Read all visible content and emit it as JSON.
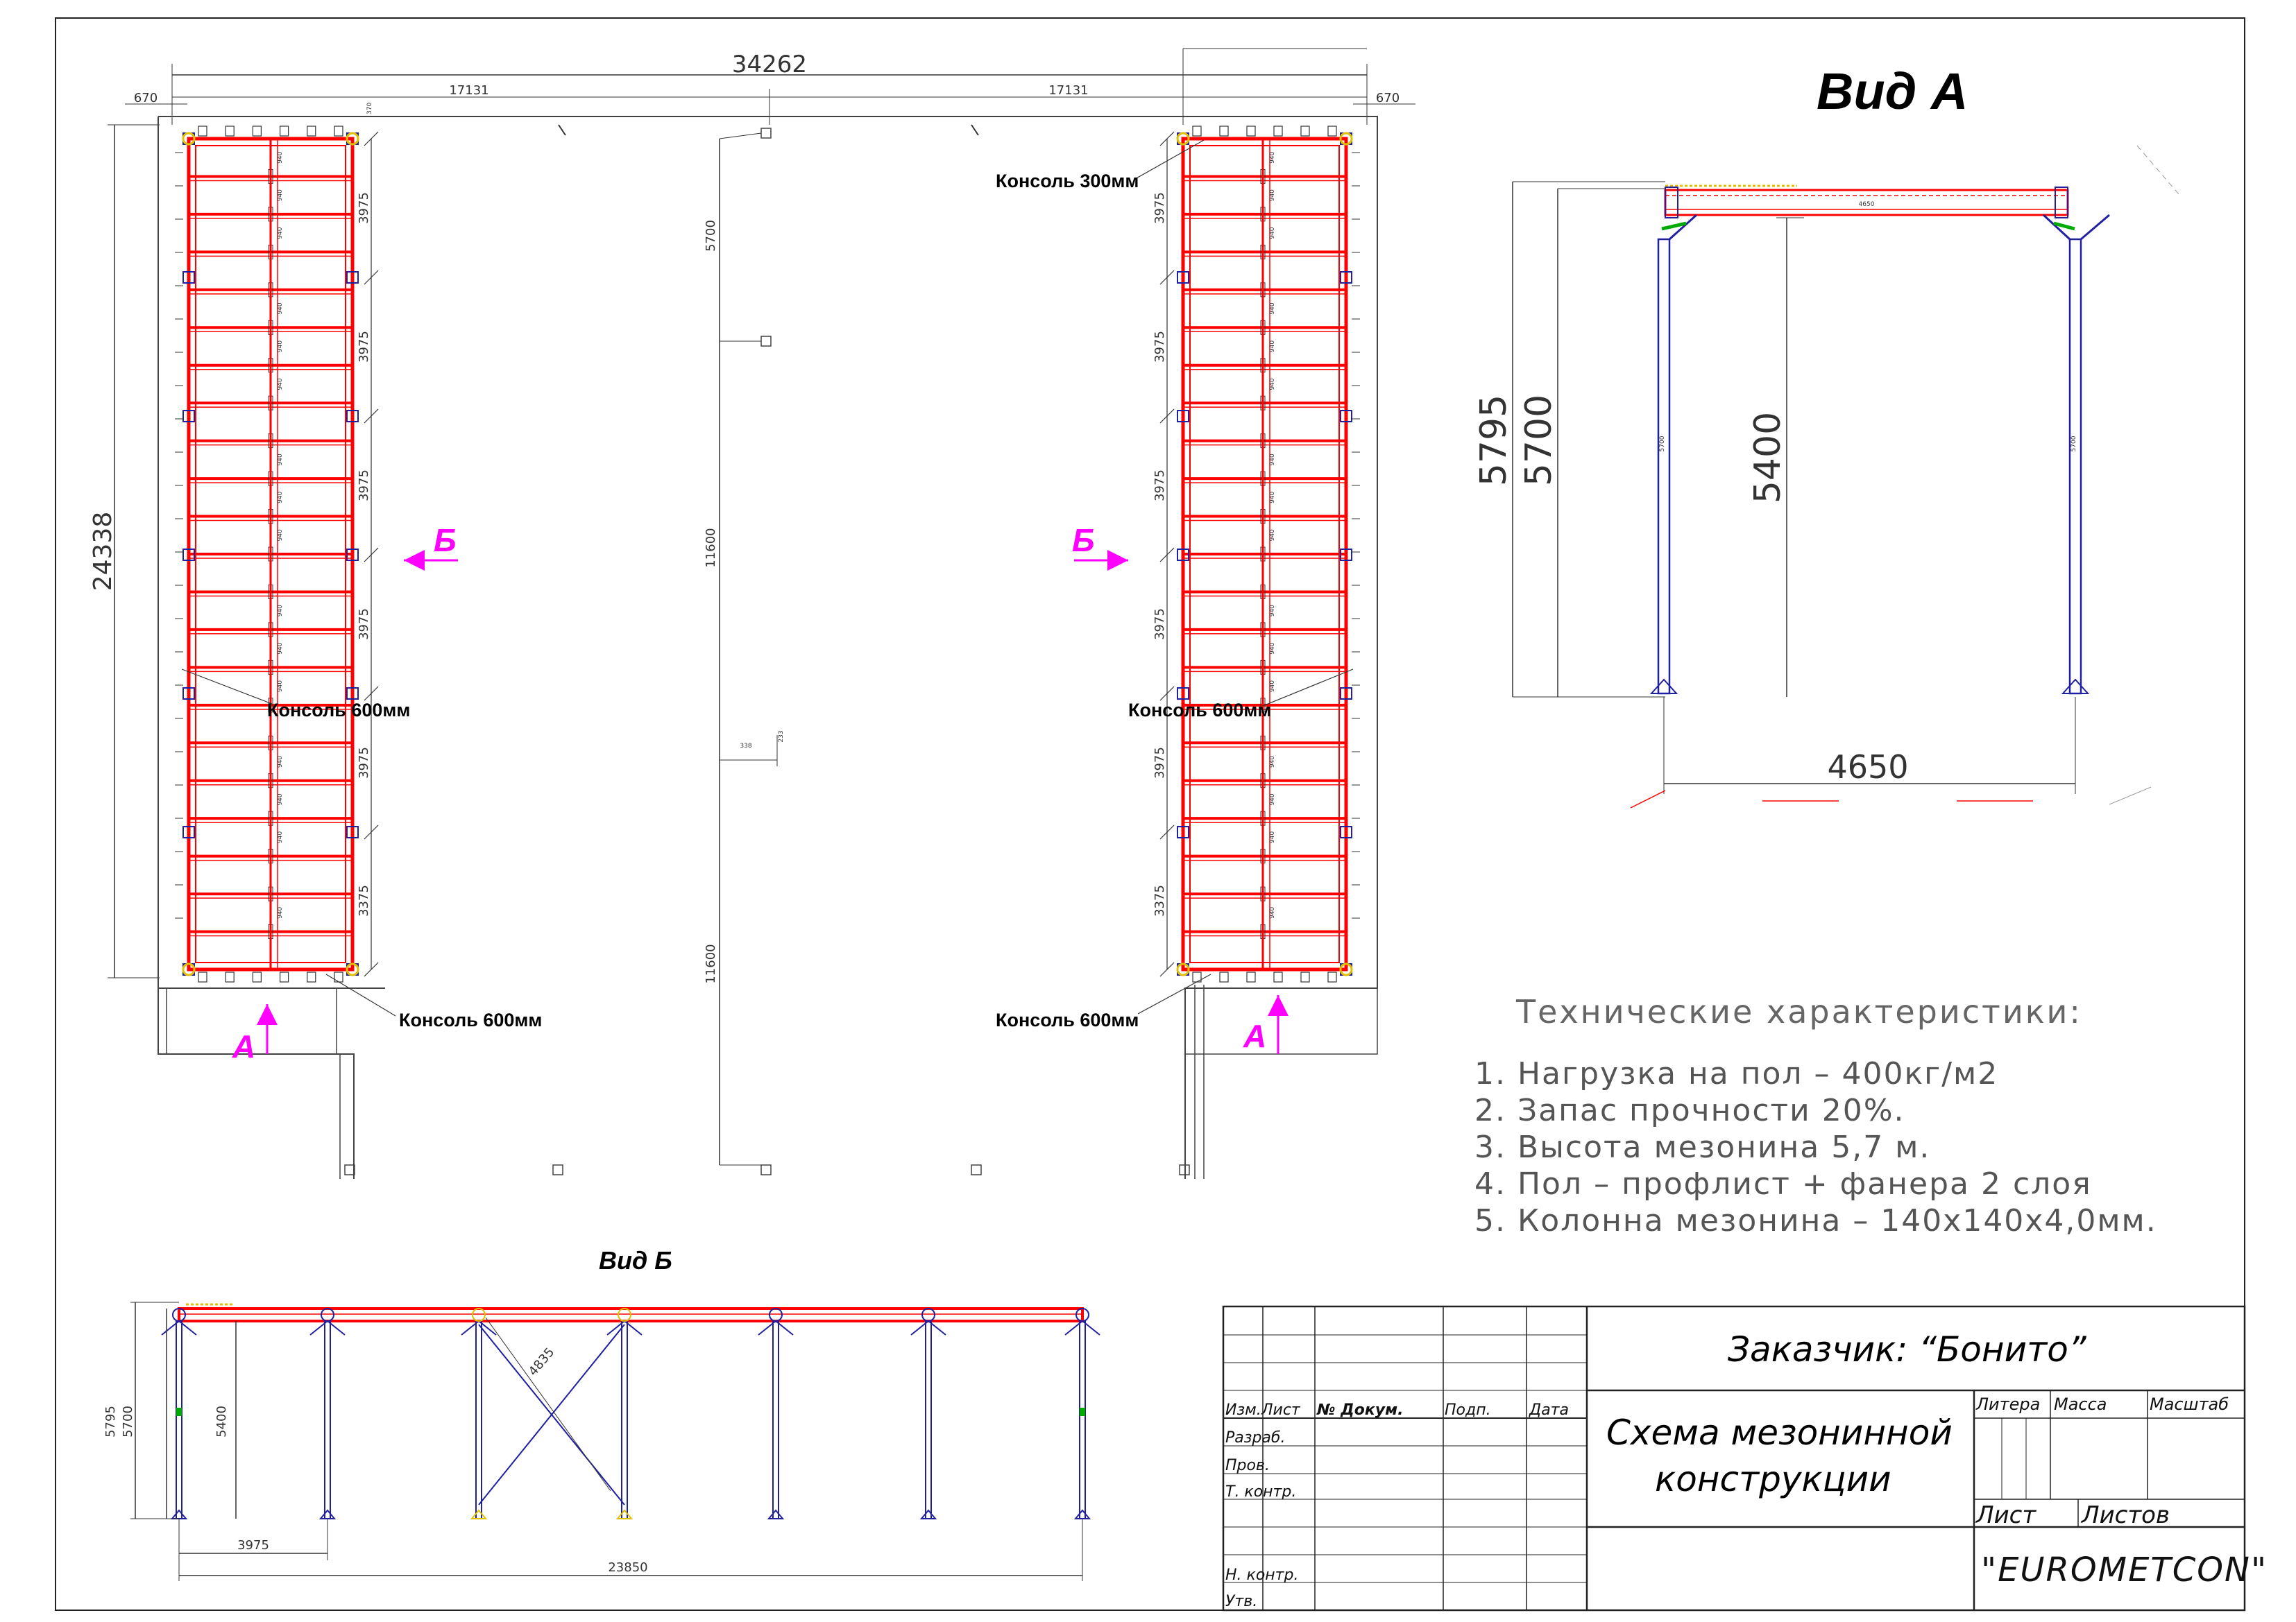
{
  "plan": {
    "dim_total": "34262",
    "dim_half_left": "17131",
    "dim_half_right": "17131",
    "dim_edge_left": "670",
    "dim_edge_right": "670",
    "dim_height": "24338",
    "dim_small_top": "370",
    "spans": [
      "3975",
      "3975",
      "3975",
      "3975",
      "3975",
      "3375"
    ],
    "mid_dims": [
      "5700",
      "11600",
      "11600"
    ],
    "mid_small": [
      "338",
      "233"
    ],
    "beam_label": "940",
    "edge_label": "3975",
    "labels": {
      "console_300": "Консоль 300мм",
      "console_600_left_mid": "Консоль 600мм",
      "console_600_right_mid": "Консоль 600мм",
      "console_600_left_bottom": "Консоль 600мм",
      "console_600_right_bottom": "Консоль 600мм"
    },
    "section_marks": {
      "b_left": "Б",
      "b_right": "Б",
      "a_left": "А",
      "a_right": "А"
    }
  },
  "view_a": {
    "title": "Вид А",
    "dim_5795": "5795",
    "dim_5700": "5700",
    "dim_5400": "5400",
    "dim_4650": "4650",
    "beam_label": "4650",
    "column_label": "5700"
  },
  "view_b": {
    "title": "Вид Б",
    "dim_5795": "5795",
    "dim_5700": "5700",
    "dim_5400": "5400",
    "dim_3975": "3975",
    "dim_23850": "23850",
    "brace": "4835"
  },
  "specs": {
    "heading": "Технические характеристики:",
    "items": [
      "1.   Нагрузка на пол – 400кг/м2",
      "2.   Запас прочности 20%.",
      "3.   Высота мезонина 5,7 м.",
      "4.   Пол – профлист + фанера 2 слоя",
      "5.   Колонна мезонина – 140х140х4,0мм."
    ]
  },
  "title_block": {
    "customer": "Заказчик: “Бонито”",
    "drawing_title_1": "Схема мезонинной",
    "drawing_title_2": "конструкции",
    "company": "\"EUROMETCON\"",
    "col_izm": "Изм.",
    "col_list": "Лист",
    "col_doc": "№ Докум.",
    "col_podp": "Подп.",
    "col_data": "Дата",
    "row_razrab": "Разраб.",
    "row_prov": "Пров.",
    "row_tkontr": "Т. контр.",
    "row_nkontr": "Н. контр.",
    "row_utv": "Утв.",
    "litera": "Литера",
    "massa": "Масса",
    "masshtab": "Масштаб",
    "list": "Лист",
    "listov": "Листов"
  },
  "colors": {
    "beam": "#ff0000",
    "column": "#2020a0",
    "frame": "#333333",
    "section": "#ff00ff",
    "green": "#00aa00",
    "yellow": "#e0c000"
  }
}
